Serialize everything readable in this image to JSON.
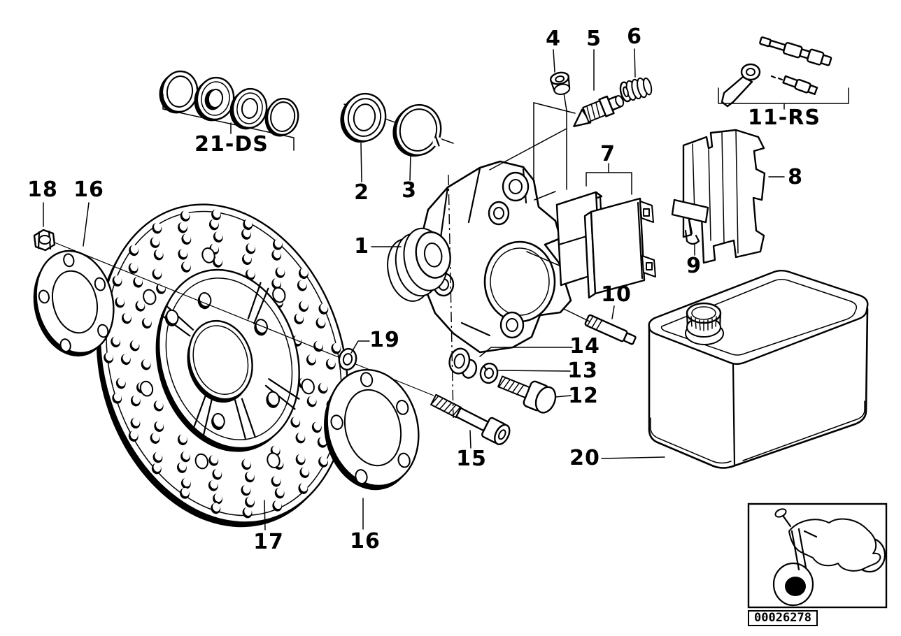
{
  "colors": {
    "ink": "#000000",
    "paper": "#ffffff"
  },
  "diagram_subject": "front wheel brake exploded view",
  "callouts": {
    "c1": "1",
    "c2": "2",
    "c3": "3",
    "c4": "4",
    "c5": "5",
    "c6": "6",
    "c7": "7",
    "c8": "8",
    "c9": "9",
    "c10": "10",
    "c11rs": "11-RS",
    "c12": "12",
    "c13": "13",
    "c14": "14",
    "c15": "15",
    "c16a": "16",
    "c16b": "16",
    "c17": "17",
    "c18": "18",
    "c19": "19",
    "c20": "20",
    "c21ds": "21-DS"
  },
  "footer": {
    "doc_number": "00026278"
  }
}
